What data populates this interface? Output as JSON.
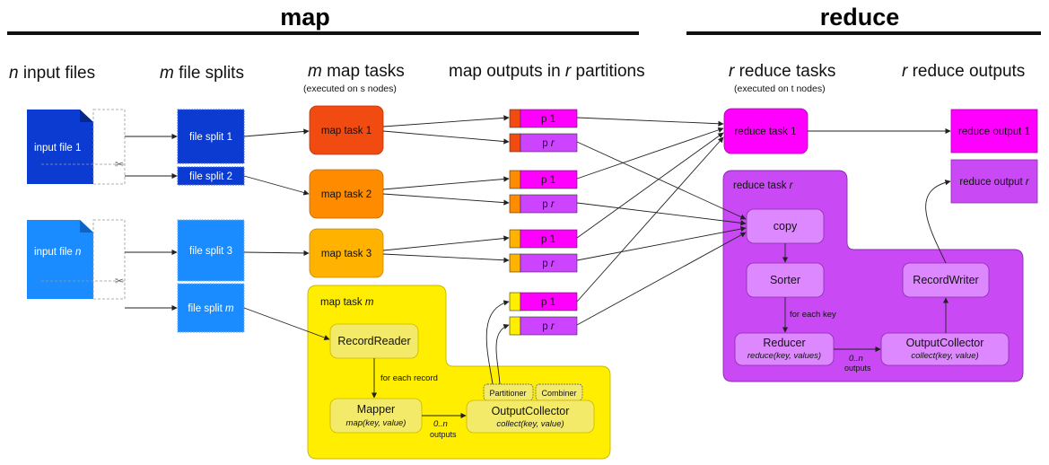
{
  "titles": {
    "map": "map",
    "reduce": "reduce"
  },
  "columns": {
    "input_files": {
      "italic": "n",
      "rest": " input files"
    },
    "file_splits": {
      "italic": "m",
      "rest": " file splits"
    },
    "map_tasks": {
      "italic": "m",
      "rest": " map tasks",
      "sub": "(executed on s nodes)"
    },
    "map_outputs": {
      "before": "map outputs in ",
      "italic": "r",
      "after": " partitions"
    },
    "reduce_tasks": {
      "italic": "r",
      "rest": " reduce tasks",
      "sub": "(executed on t nodes)"
    },
    "reduce_outputs": {
      "italic": "r",
      "rest": " reduce outputs"
    }
  },
  "input_files": [
    {
      "label": "input file 1",
      "name_plain": "input file ",
      "name_italic": "1",
      "color": "#0b3bd1"
    },
    {
      "label": "input file n",
      "name_plain": "input file ",
      "name_italic": "n",
      "color": "#1a8cff"
    }
  ],
  "file_splits": [
    {
      "plain": "file split ",
      "suffix": "1"
    },
    {
      "plain": "file split ",
      "suffix": "2"
    },
    {
      "plain": "file split ",
      "suffix": "3"
    },
    {
      "plain": "file split ",
      "suffix": "m"
    }
  ],
  "map_tasks": [
    {
      "label": "map task 1",
      "color": "#f24b12"
    },
    {
      "label": "map task 2",
      "color": "#ff8c00"
    },
    {
      "label": "map task 3",
      "color": "#ffb200"
    }
  ],
  "partitions": {
    "p1": "p 1",
    "pr_plain": "p ",
    "pr_italic": "r"
  },
  "map_task_m": {
    "title_plain": "map task ",
    "title_italic": "m",
    "record_reader": "RecordReader",
    "for_each_record": "for each record",
    "mapper": "Mapper",
    "mapper_sig": "map(key, value)",
    "outputs_n": "0..n",
    "outputs_word": "outputs",
    "partitioner": "Partitioner",
    "combiner": "Combiner",
    "output_collector": "OutputCollector",
    "collector_sig": "collect(key, value)"
  },
  "reduce_task_1": {
    "label": "reduce task 1"
  },
  "reduce_task_r": {
    "title_plain": "reduce task ",
    "title_italic": "r",
    "copy": "copy",
    "sorter": "Sorter",
    "for_each_key": "for each key",
    "reducer": "Reducer",
    "reducer_sig": "reduce(key, values)",
    "outputs_n": "0..n",
    "outputs_word": "outputs",
    "output_collector": "OutputCollector",
    "collector_sig": "collect(key, value)",
    "record_writer": "RecordWriter"
  },
  "reduce_outputs": [
    {
      "plain": "reduce output ",
      "suffix": "1"
    },
    {
      "plain": "reduce output ",
      "suffix": "r"
    }
  ],
  "colors": {
    "dark_blue": "#0b3bd1",
    "light_blue": "#1a8cff",
    "partition_p1": "#ff00ff",
    "partition_pr": "#cc44ff",
    "yellow_task": "#ffee00",
    "reduce_task_r": "#c94af5",
    "inner_reduce": "#dd88ff",
    "inner_map": "#f4ea6a"
  }
}
